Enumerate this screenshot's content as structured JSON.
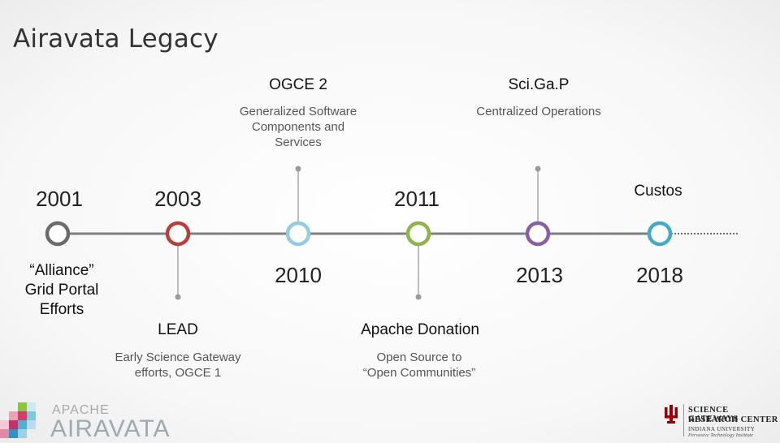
{
  "slide": {
    "title": "Airavata Legacy"
  },
  "timeline": {
    "events": [
      {
        "year": "2001",
        "title": "",
        "desc": "“Alliance”\nGrid Portal\nEfforts",
        "color": "#6b6b6b"
      },
      {
        "year": "2003",
        "title": "LEAD",
        "desc": "Early Science Gateway\nefforts, OGCE 1",
        "color": "#b5413b"
      },
      {
        "year": "2010",
        "title": "OGCE 2",
        "desc": "Generalized Software\nComponents and\nServices",
        "color": "#93cbe0"
      },
      {
        "year": "2011",
        "title": "Apache Donation",
        "desc": "Open Source to\n“Open Communities”",
        "color": "#8db34a"
      },
      {
        "year": "2013",
        "title": "Sci.Ga.P",
        "desc": "Centralized Operations",
        "color": "#8a5fa3"
      },
      {
        "year": "2018",
        "title": "Custos",
        "desc": "",
        "color": "#46a9c8"
      }
    ]
  },
  "logos": {
    "apache": "APACHE",
    "airavata": "AIRAVATA",
    "sgrc_line1": "SCIENCE GATEWAYS",
    "sgrc_line2": "RESEARCH CENTER",
    "iu_line1": "INDIANA UNIVERSITY",
    "iu_line2": "Pervasive Technology Institute"
  }
}
